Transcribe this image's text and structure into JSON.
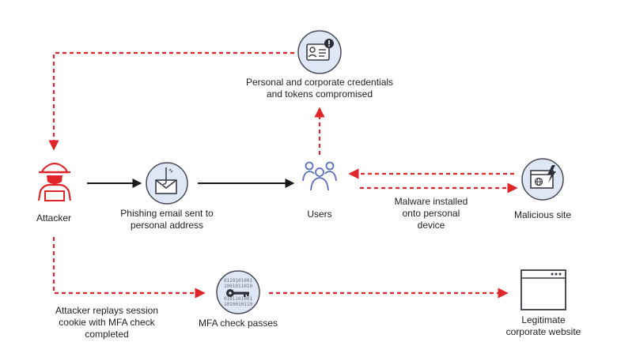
{
  "colors": {
    "attack": "#e0262b",
    "flow": "#1a1a1a",
    "icon_fill": "#dfe6f6",
    "icon_stroke": "#4a4a58",
    "users_icon": "#5a6ec9",
    "attacker_icon": "#e0262b"
  },
  "nodes": {
    "credentials": {
      "icon": "id-card-alert-icon",
      "label": "Personal and corporate credentials\nand tokens compromised"
    },
    "attacker": {
      "icon": "hacker-icon",
      "label": "Attacker"
    },
    "phishing": {
      "icon": "phishing-email-icon",
      "label": "Phishing email sent to\npersonal address"
    },
    "users": {
      "icon": "users-group-icon",
      "label": "Users"
    },
    "malware": {
      "label": "Malware installed\nonto personal\ndevice"
    },
    "malicious_site": {
      "icon": "malicious-browser-icon",
      "label": "Malicious site"
    },
    "replay": {
      "label": "Attacker replays session\ncookie with MFA check\ncompleted"
    },
    "mfa": {
      "icon": "binary-key-icon",
      "label": "MFA check passes"
    },
    "legit_site": {
      "icon": "browser-window-icon",
      "label": "Legitimate\ncorporate website"
    }
  }
}
